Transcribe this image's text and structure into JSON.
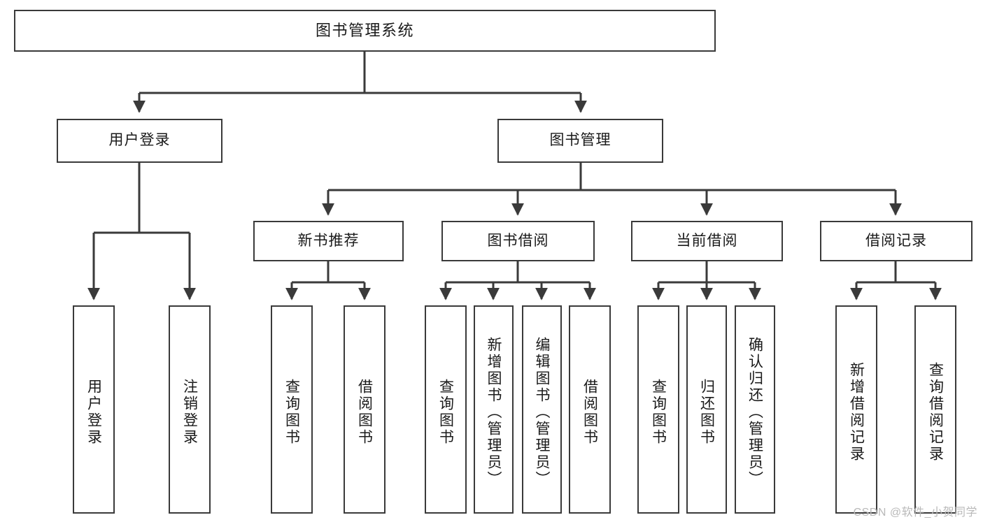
{
  "diagram": {
    "type": "tree-hierarchy",
    "title": "图书管理系统",
    "watermark": "CSDN @软件_小贺同学",
    "colors": {
      "stroke": "#3a3a3a",
      "fill": "#ffffff",
      "text": "#1a1a1a",
      "watermark": "#b9b9b9"
    },
    "nodes": {
      "root": {
        "label": "图书管理系统"
      },
      "level1": [
        {
          "id": "user-login",
          "label": "用户登录"
        },
        {
          "id": "book-manage",
          "label": "图书管理"
        }
      ],
      "level2": [
        {
          "id": "new-book-rec",
          "label": "新书推荐",
          "parent": "book-manage"
        },
        {
          "id": "book-borrow",
          "label": "图书借阅",
          "parent": "book-manage"
        },
        {
          "id": "current-borrow",
          "label": "当前借阅",
          "parent": "book-manage"
        },
        {
          "id": "borrow-record",
          "label": "借阅记录",
          "parent": "book-manage"
        }
      ],
      "leaves": [
        {
          "id": "leaf-user-login",
          "label": "用户登录",
          "parent": "user-login"
        },
        {
          "id": "leaf-logout",
          "label": "注销登录",
          "parent": "user-login"
        },
        {
          "id": "leaf-query-book-1",
          "label": "查询图书",
          "parent": "new-book-rec"
        },
        {
          "id": "leaf-borrow-book-1",
          "label": "借阅图书",
          "parent": "new-book-rec"
        },
        {
          "id": "leaf-query-book-2",
          "label": "查询图书",
          "parent": "book-borrow"
        },
        {
          "id": "leaf-add-book",
          "label": "新增图书（管理员）",
          "parent": "book-borrow"
        },
        {
          "id": "leaf-edit-book",
          "label": "编辑图书（管理员）",
          "parent": "book-borrow"
        },
        {
          "id": "leaf-borrow-book-2",
          "label": "借阅图书",
          "parent": "book-borrow"
        },
        {
          "id": "leaf-query-book-3",
          "label": "查询图书",
          "parent": "current-borrow"
        },
        {
          "id": "leaf-return-book",
          "label": "归还图书",
          "parent": "current-borrow"
        },
        {
          "id": "leaf-confirm-return",
          "label": "确认归还（管理员）",
          "parent": "current-borrow"
        },
        {
          "id": "leaf-add-record",
          "label": "新增借阅记录",
          "parent": "borrow-record"
        },
        {
          "id": "leaf-query-record",
          "label": "查询借阅记录",
          "parent": "borrow-record"
        }
      ]
    }
  }
}
